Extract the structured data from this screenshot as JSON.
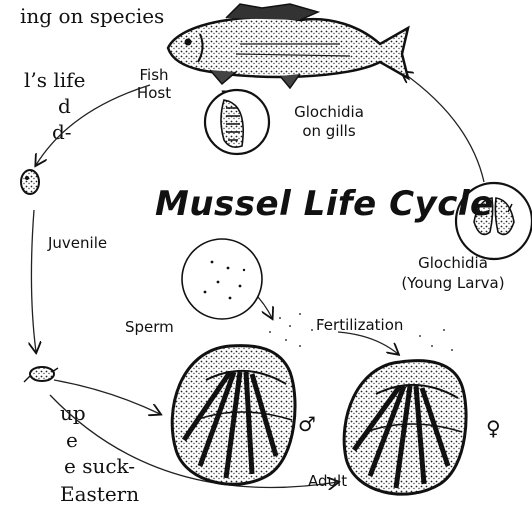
{
  "text_fragments": [
    "ing on species",
    "l’s life",
    "d",
    "d-",
    "up",
    "e",
    "e suck-",
    "Eastern"
  ],
  "diagram": {
    "title": "Mussel Life Cycle",
    "labels": {
      "fish_host_line1": "Fish",
      "fish_host_line2": "Host",
      "glochidia_gills_line1": "Glochidia",
      "glochidia_gills_line2": "on gills",
      "juvenile": "Juvenile",
      "glochidia_larva_line1": "Glochidia",
      "glochidia_larva_line2": "(Young Larva)",
      "sperm": "Sperm",
      "fertilization": "Fertilization",
      "adult": "Adult",
      "male_symbol": "♂",
      "female_symbol": "♀"
    },
    "icons": [
      "fish-icon",
      "glochidia-on-gills-icon",
      "larva-icon",
      "juvenile-mussel-icon",
      "sperm-icon",
      "male-mussel-icon",
      "female-mussel-icon"
    ]
  }
}
